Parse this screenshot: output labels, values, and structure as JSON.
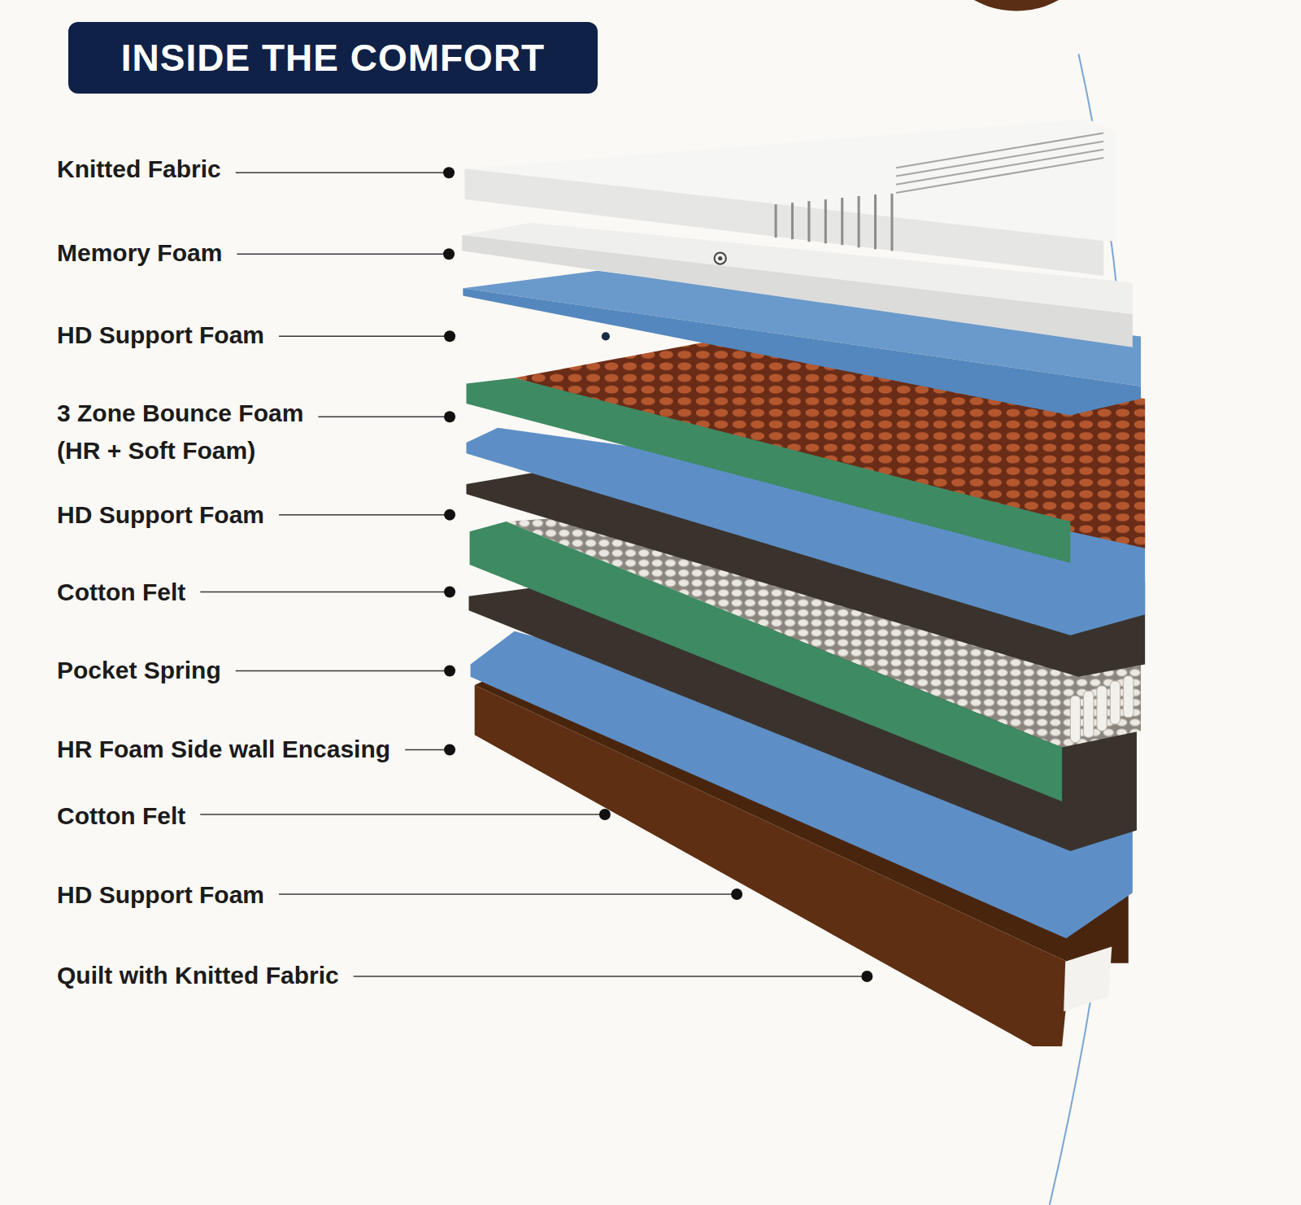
{
  "diagram": {
    "title": "INSIDE THE COMFORT",
    "labels": [
      "Knitted Fabric",
      "Memory Foam",
      "HD Support Foam",
      "3 Zone Bounce Foam (HR + Soft Foam)",
      "HD Support Foam",
      "Cotton Felt",
      "Pocket Spring",
      "HR Foam Side wall Encasing",
      "Cotton Felt",
      "HD Support Foam",
      "Quilt with Knitted Fabric"
    ]
  }
}
